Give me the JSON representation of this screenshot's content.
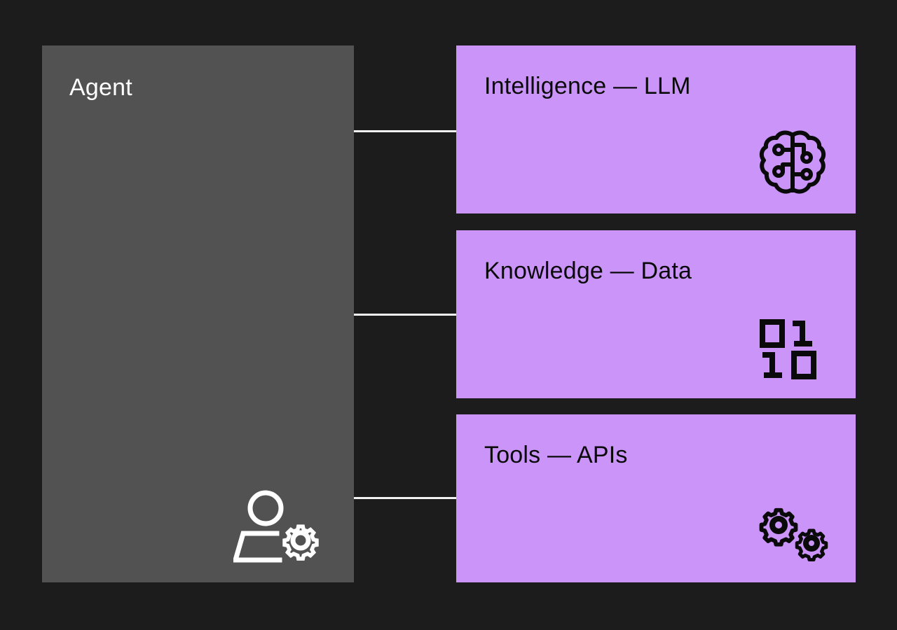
{
  "diagram": {
    "type": "block-diagram",
    "title": "Agent composition diagram",
    "background_color": "#1c1c1c",
    "agent": {
      "label": "Agent",
      "box_color": "#525252",
      "text_color": "#ffffff",
      "icon": "person-gear-icon"
    },
    "components": [
      {
        "label": "Intelligence — LLM",
        "box_color": "#cb94f9",
        "text_color": "#0a0a0a",
        "icon": "brain-circuit-icon",
        "connector": "line-to-agent"
      },
      {
        "label": "Knowledge — Data",
        "box_color": "#cb94f9",
        "text_color": "#0a0a0a",
        "icon": "binary-data-icon",
        "connector": "line-to-agent"
      },
      {
        "label": "Tools — APIs",
        "box_color": "#cb94f9",
        "text_color": "#0a0a0a",
        "icon": "gears-icon",
        "connector": "line-to-agent"
      }
    ],
    "connector_color": "#f2f2f2",
    "binary_icon_digits": [
      "0",
      "1",
      "1",
      "0"
    ]
  }
}
